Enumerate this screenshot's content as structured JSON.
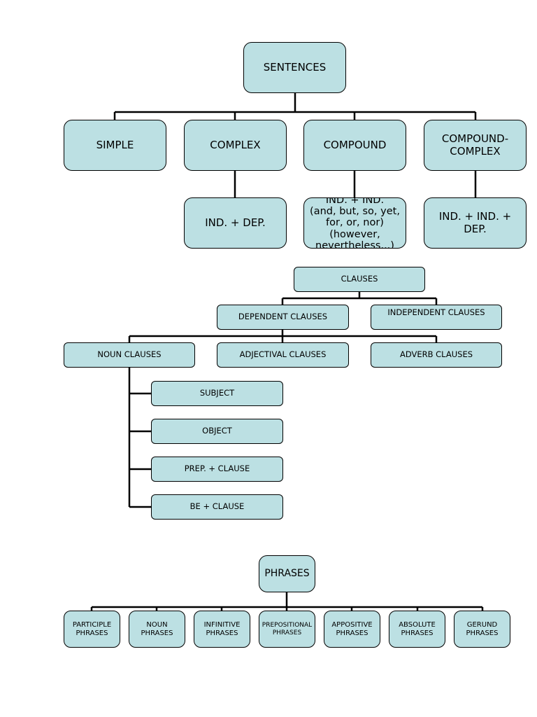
{
  "sentences": {
    "root": "SENTENCES",
    "simple": "SIMPLE",
    "complex": "COMPLEX",
    "compound": "COMPOUND",
    "compound_complex": "COMPOUND-\nCOMPLEX",
    "complex_formula": "IND. + DEP.",
    "compound_formula": "IND. + IND.\n(and, but, so, yet,\nfor, or, nor)\n(however,\nnevertheless...)",
    "compound_complex_formula": "IND. + IND. +\nDEP."
  },
  "clauses": {
    "root": "CLAUSES",
    "dependent": "DEPENDENT CLAUSES",
    "independent": "INDEPENDENT CLAUSES",
    "noun": "NOUN CLAUSES",
    "adjectival": "ADJECTIVAL CLAUSES",
    "adverb": "ADVERB CLAUSES",
    "subject": "SUBJECT",
    "object": "OBJECT",
    "prep_clause": "PREP. + CLAUSE",
    "be_clause": "BE + CLAUSE"
  },
  "phrases": {
    "root": "PHRASES",
    "participle": "PARTICIPLE\nPHRASES",
    "noun": "NOUN\nPHRASES",
    "infinitive": "INFINITIVE\nPHRASES",
    "prepositional": "PREPOSITIONAL\nPHRASES",
    "appositive": "APPOSITIVE\nPHRASES",
    "absolute": "ABSOLUTE\nPHRASES",
    "gerund": "GERUND\nPHRASES"
  },
  "colors": {
    "box_fill": "#bce0e3",
    "line": "#000000"
  }
}
